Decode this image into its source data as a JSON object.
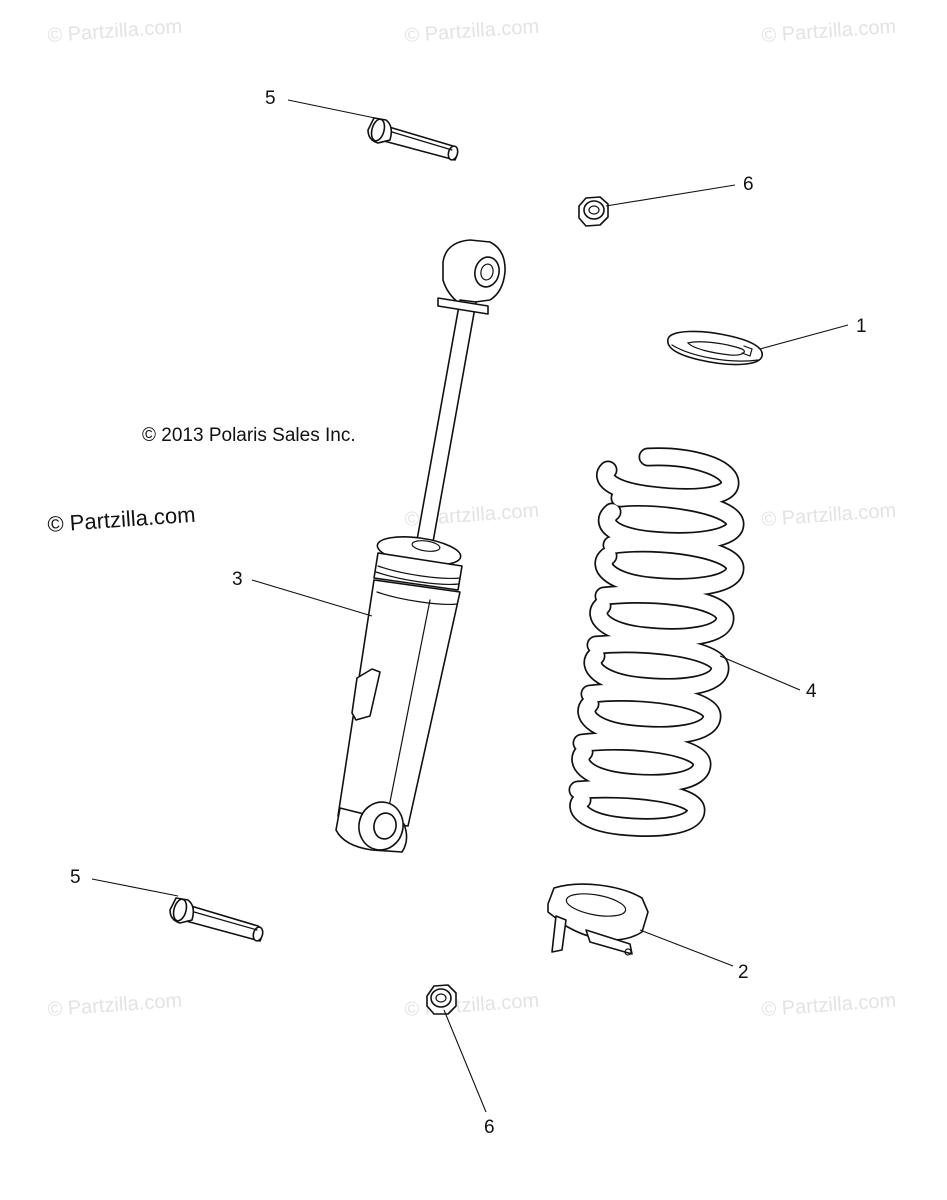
{
  "watermark": {
    "text": "© Partzilla.com"
  },
  "copyright": "© 2013 Polaris Sales Inc.",
  "credit": "© Partzilla.com",
  "parts": {
    "spring_retainer_top": "1",
    "spring_retainer_bottom": "2",
    "shock_absorber": "3",
    "coil_spring": "4",
    "bolt": "5",
    "nut": "6"
  },
  "callouts": [
    {
      "id": "callout-5-top",
      "label": "5"
    },
    {
      "id": "callout-6-top",
      "label": "6"
    },
    {
      "id": "callout-1",
      "label": "1"
    },
    {
      "id": "callout-3",
      "label": "3"
    },
    {
      "id": "callout-4",
      "label": "4"
    },
    {
      "id": "callout-5-bottom",
      "label": "5"
    },
    {
      "id": "callout-2",
      "label": "2"
    },
    {
      "id": "callout-6-bottom",
      "label": "6"
    }
  ]
}
